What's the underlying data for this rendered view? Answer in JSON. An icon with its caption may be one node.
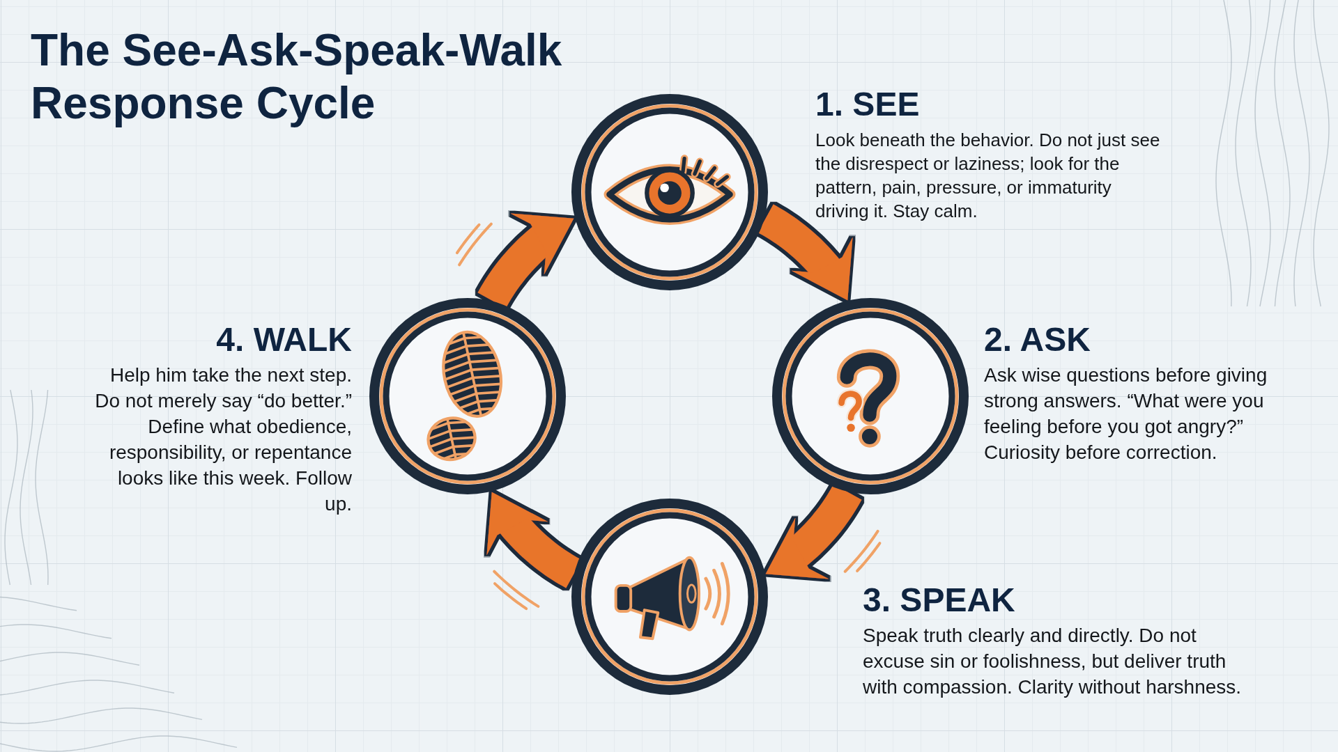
{
  "diagram": {
    "title": "The See-Ask-Speak-Walk Response Cycle",
    "nodes": [
      {
        "text": [],
        "shape": "circle",
        "beside": [
          "1. SEE",
          "Look beneath the behavior. Do not just see the disrespect or laziness; look for the pattern, pain, pressure, or immaturity driving it. Stay calm."
        ]
      },
      {
        "text": [],
        "shape": "circle",
        "beside": [
          "2. ASK",
          "Ask wise questions before giving strong answers. “What were you feeling before you got angry?” Curiosity before correction."
        ]
      },
      {
        "text": [],
        "shape": "circle",
        "beside": [
          "3. SPEAK",
          "Speak truth clearly and directly. Do not excuse sin or foolishness, but deliver truth with compassion. Clarity without harshness."
        ]
      },
      {
        "text": [],
        "shape": "circle",
        "beside": [
          "4. WALK",
          "Help him take the next step. Do not merely say “do better.” Define what obedience, responsibility, or repentance looks like this week. Follow up."
        ]
      }
    ],
    "edges": [
      {
        "from": 0,
        "to": 1,
        "arrow": "to"
      },
      {
        "from": 1,
        "to": 2,
        "arrow": "to"
      },
      {
        "from": 2,
        "to": 3,
        "arrow": "to"
      },
      {
        "from": 3,
        "to": 0,
        "arrow": "to"
      }
    ]
  }
}
